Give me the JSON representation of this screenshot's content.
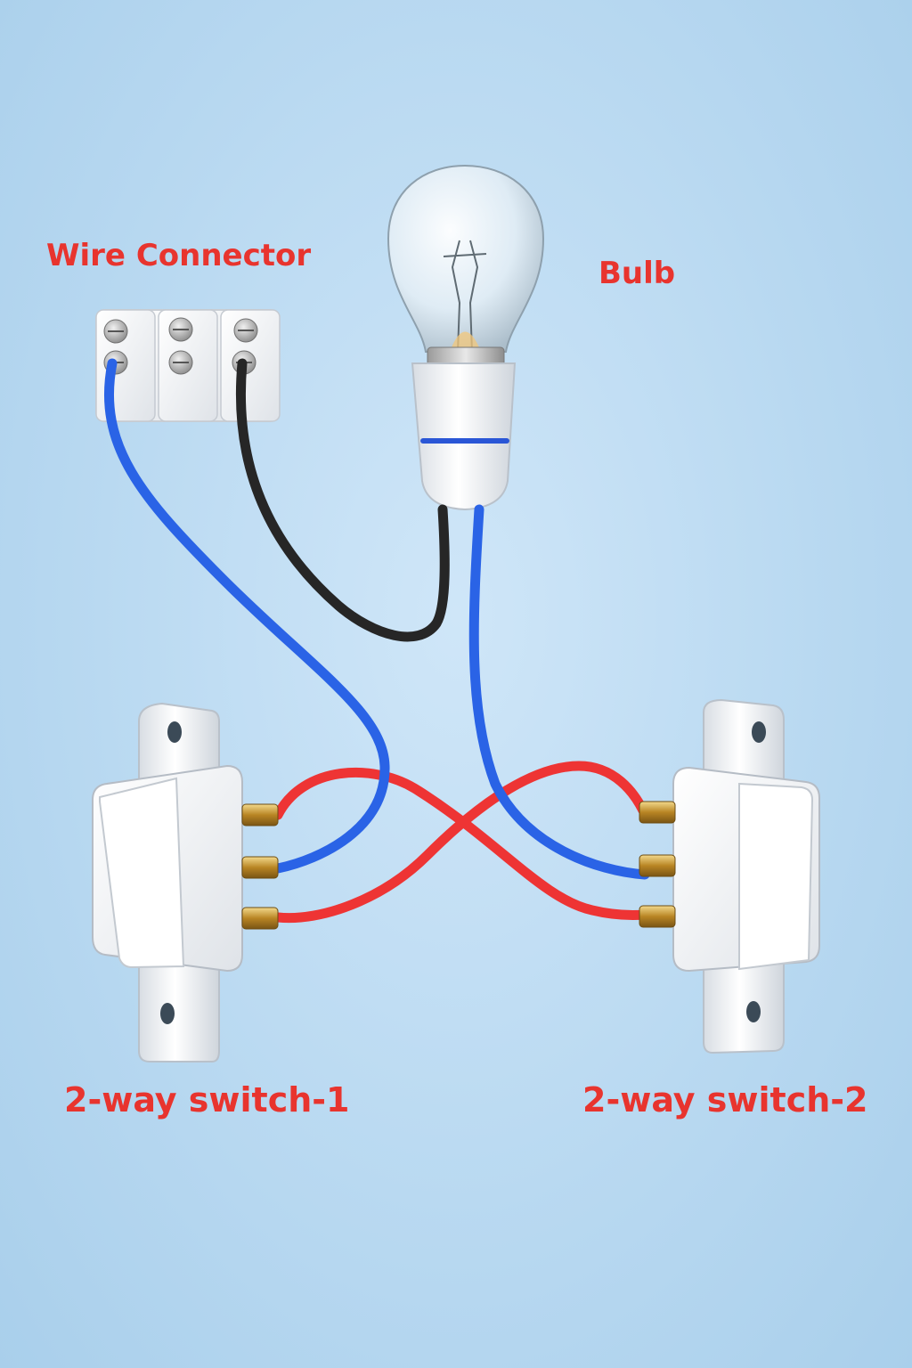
{
  "labels": {
    "wire_connector": "Wire Connector",
    "bulb": "Bulb",
    "switch_1": "2-way switch-1",
    "switch_2": "2-way switch-2"
  },
  "colors": {
    "label_text": "#e8342e",
    "background": "#bcdaf2",
    "wire_live_blue": "#2a63e6",
    "wire_neutral_black": "#262626",
    "wire_traveller_red": "#ee3434",
    "terminal_brass": "#c99a3a",
    "fitting_white": "#f3f4f5"
  },
  "components": {
    "connector_terminals": 3,
    "switch_terminals": 3
  }
}
